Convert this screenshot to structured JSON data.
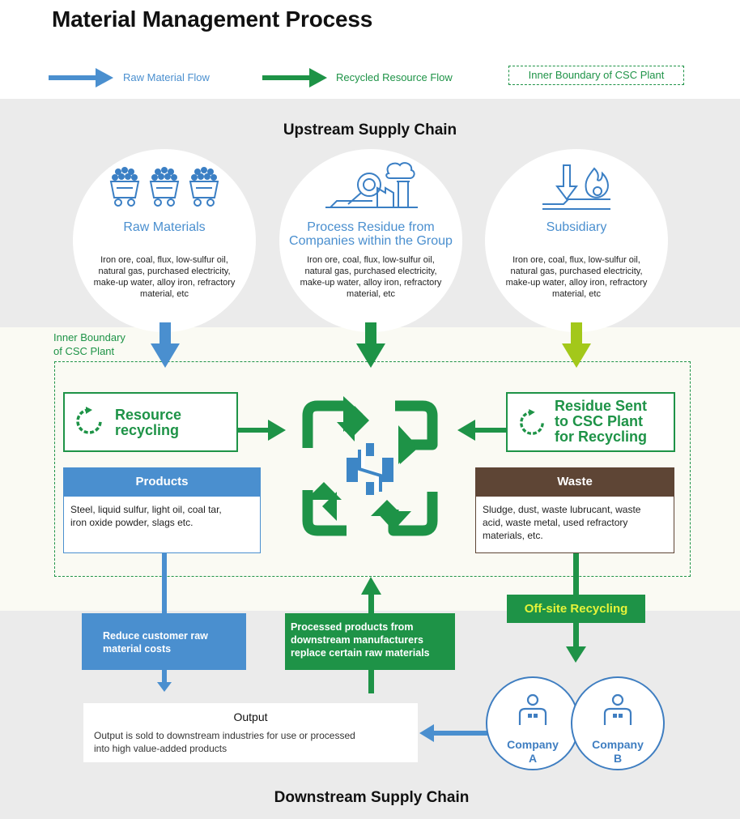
{
  "title": "Material Management Process",
  "legend": {
    "raw": "Raw Material Flow",
    "recycled": "Recycled Resource Flow",
    "boundary": "Inner Boundary of CSC Plant"
  },
  "upstream": {
    "title": "Upstream Supply Chain",
    "sources": [
      {
        "title": "Raw Materials",
        "icon": "mine-cart-icon",
        "desc": [
          "Iron ore, coal, flux, low-sulfur oil,",
          "natural gas, purchased electricity,",
          "make-up water, alloy iron, refractory",
          "material, etc"
        ]
      },
      {
        "title": [
          "Process Residue from",
          "Companies within the Group"
        ],
        "icon": "factory-magnifier-icon",
        "desc": [
          "Iron ore, coal, flux, low-sulfur oil,",
          "natural gas, purchased electricity,",
          "make-up water, alloy iron, refractory",
          "material, etc"
        ]
      },
      {
        "title": "Subsidiary",
        "icon": "fire-arrow-icon",
        "desc": [
          "Iron ore, coal, flux, low-sulfur oil,",
          "natural gas, purchased electricity,",
          "make-up water, alloy iron, refractory",
          "material, etc"
        ]
      }
    ]
  },
  "plant": {
    "boundary_label": [
      "Inner Boundary",
      "of CSC Plant"
    ],
    "resource_recycling": [
      "Resource",
      "recycling"
    ],
    "residue_sent": [
      "Residue Sent",
      "to CSC Plant",
      "for Recycling"
    ],
    "products": {
      "title": "Products",
      "body": [
        "Steel, liquid sulfur, light oil, coal tar,",
        "iron oxide powder, slags etc."
      ]
    },
    "waste": {
      "title": "Waste",
      "body": [
        "Sludge, dust, waste lubrucant, waste",
        "acid, waste metal, used refractory",
        "materials, etc."
      ]
    }
  },
  "downstream": {
    "title": "Downstream Supply Chain",
    "reduce_costs": [
      "Reduce customer raw",
      "material costs"
    ],
    "processed_products": [
      "Processed products from",
      "downstream manufacturers",
      "replace certain raw materials"
    ],
    "offsite": "Off-site Recycling",
    "output": {
      "title": "Output",
      "body": [
        "Output is sold to downstream industries for use or processed",
        "into high value-added products"
      ]
    },
    "companies": [
      {
        "name": "Company",
        "letter": "A"
      },
      {
        "name": "Company",
        "letter": "B"
      }
    ]
  },
  "colors": {
    "blue": "#4a8fcf",
    "green": "#1e9347",
    "lime": "#a3c81a",
    "brown": "#5e4535",
    "offsite_text": "#e6f33a"
  }
}
